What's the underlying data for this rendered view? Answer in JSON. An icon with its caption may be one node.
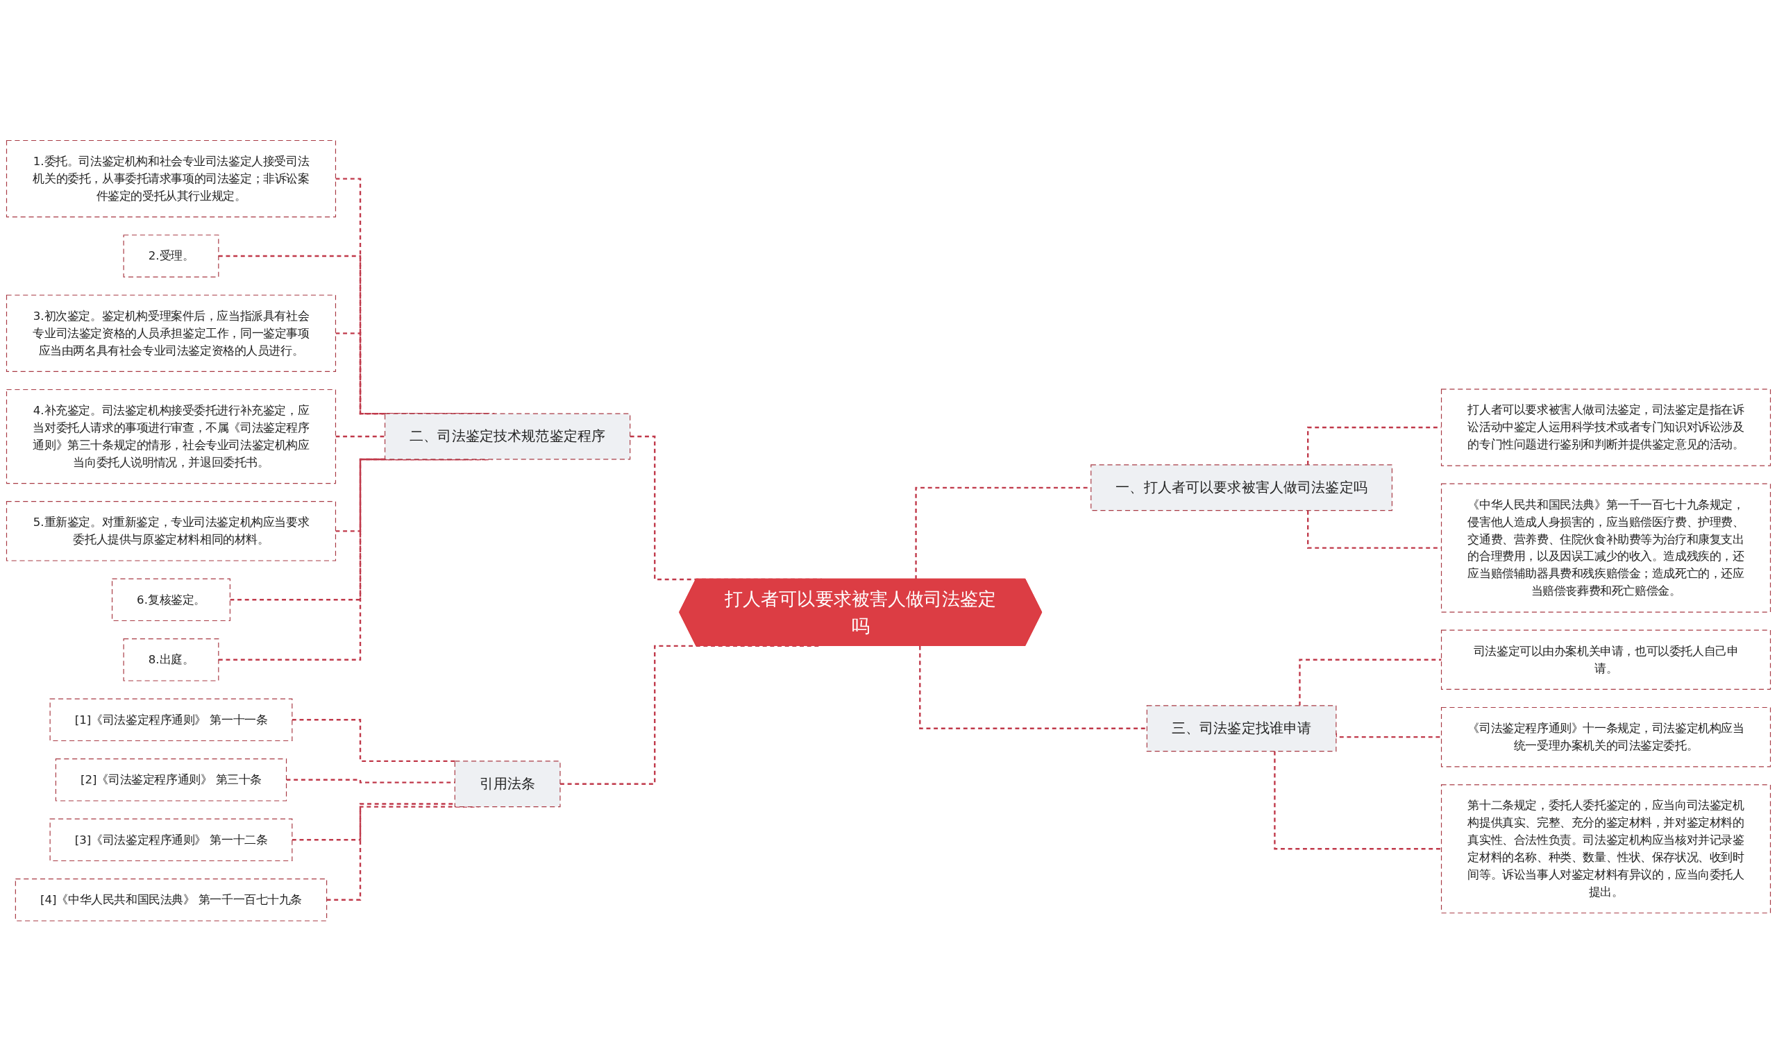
{
  "diagram": {
    "nodes": [
      {
        "text": [
          "打人者可以要求被害人做司法鉴定吗"
        ]
      },
      {
        "text": [
          "二、司法鉴定技术规范鉴定程序"
        ]
      },
      {
        "text": [
          "1.委托。司法鉴定机构和社会专业司法鉴定人接受司法机关的委托，从事委托请求事项的司法鉴定；非诉讼案件鉴定的受托从其行业规定。"
        ]
      },
      {
        "text": [
          "2.受理。"
        ]
      },
      {
        "text": [
          "3.初次鉴定。鉴定机构受理案件后，应当指派具有社会专业司法鉴定资格的人员承担鉴定工作，同一鉴定事项应当由两名具有社会专业司法鉴定资格的人员进行。"
        ]
      },
      {
        "text": [
          "4.补充鉴定。司法鉴定机构接受委托进行补充鉴定，应当对委托人请求的事项进行审查，不属《司法鉴定程序通则》第三十条规定的情形，社会专业司法鉴定机构应当向委托人说明情况，并退回委托书。"
        ]
      },
      {
        "text": [
          "5.重新鉴定。对重新鉴定，专业司法鉴定机构应当要求委托人提供与原鉴定材料相同的材料。"
        ]
      },
      {
        "text": [
          "6.复核鉴定。"
        ]
      },
      {
        "text": [
          "8.出庭。"
        ]
      },
      {
        "text": [
          "引用法条"
        ]
      },
      {
        "text": [
          "[1]《司法鉴定程序通则》 第一十一条"
        ]
      },
      {
        "text": [
          "[2]《司法鉴定程序通则》 第三十条"
        ]
      },
      {
        "text": [
          "[3]《司法鉴定程序通则》 第一十二条"
        ]
      },
      {
        "text": [
          "[4]《中华人民共和国民法典》 第一千一百七十九条"
        ]
      },
      {
        "text": [
          "一、打人者可以要求被害人做司法鉴定吗"
        ]
      },
      {
        "text": [
          "打人者可以要求被害人做司法鉴定，司法鉴定是指在诉讼活动中鉴定人运用科学技术或者专门知识对诉讼涉及的专门性问题进行鉴别和判断并提供鉴定意见的活动。"
        ]
      },
      {
        "text": [
          "《中华人民共和国民法典》第一千一百七十九条规定，侵害他人造成人身损害的，应当赔偿医疗费、护理费、交通费、营养费、住院伙食补助费等为治疗和康复支出的合理费用，以及因误工减少的收入。造成残疾的，还应当赔偿辅助器具费和残疾赔偿金；造成死亡的，还应当赔偿丧葬费和死亡赔偿金。"
        ]
      },
      {
        "text": [
          "三、司法鉴定找谁申请"
        ]
      },
      {
        "text": [
          "司法鉴定可以由办案机关申请，也可以委托人自己申请。"
        ]
      },
      {
        "text": [
          "《司法鉴定程序通则》十一条规定，司法鉴定机构应当统一受理办案机关的司法鉴定委托。"
        ]
      },
      {
        "text": [
          "第十二条规定，委托人委托鉴定的，应当向司法鉴定机构提供真实、完整、充分的鉴定材料，并对鉴定材料的真实性、合法性负责。司法鉴定机构应当核对并记录鉴定材料的名称、种类、数量、性状、保存状况、收到时间等。诉讼当事人对鉴定材料有异议的，应当向委托人提出。"
        ]
      }
    ],
    "edges": [
      {
        "from": 2,
        "to": 1,
        "arrow": "none",
        "style": "dashed"
      },
      {
        "from": 3,
        "to": 1,
        "arrow": "none",
        "style": "dashed"
      },
      {
        "from": 4,
        "to": 1,
        "arrow": "none",
        "style": "dashed"
      },
      {
        "from": 5,
        "to": 1,
        "arrow": "none",
        "style": "dashed"
      },
      {
        "from": 6,
        "to": 1,
        "arrow": "none",
        "style": "dashed"
      },
      {
        "from": 7,
        "to": 1,
        "arrow": "none",
        "style": "dashed"
      },
      {
        "from": 8,
        "to": 1,
        "arrow": "none",
        "style": "dashed"
      },
      {
        "from": 10,
        "to": 9,
        "arrow": "none",
        "style": "dashed"
      },
      {
        "from": 11,
        "to": 9,
        "arrow": "none",
        "style": "dashed"
      },
      {
        "from": 12,
        "to": 9,
        "arrow": "none",
        "style": "dashed"
      },
      {
        "from": 13,
        "to": 9,
        "arrow": "none",
        "style": "dashed"
      },
      {
        "from": 1,
        "to": 0,
        "arrow": "none",
        "style": "dashed"
      },
      {
        "from": 9,
        "to": 0,
        "arrow": "none",
        "style": "dashed"
      },
      {
        "from": 0,
        "to": 14,
        "arrow": "none",
        "style": "dashed"
      },
      {
        "from": 0,
        "to": 17,
        "arrow": "none",
        "style": "dashed"
      },
      {
        "from": 14,
        "to": 15,
        "arrow": "none",
        "style": "dashed"
      },
      {
        "from": 14,
        "to": 16,
        "arrow": "none",
        "style": "dashed"
      },
      {
        "from": 17,
        "to": 18,
        "arrow": "none",
        "style": "dashed"
      },
      {
        "from": 17,
        "to": 19,
        "arrow": "none",
        "style": "dashed"
      },
      {
        "from": 17,
        "to": 20,
        "arrow": "none",
        "style": "dashed"
      }
    ]
  }
}
